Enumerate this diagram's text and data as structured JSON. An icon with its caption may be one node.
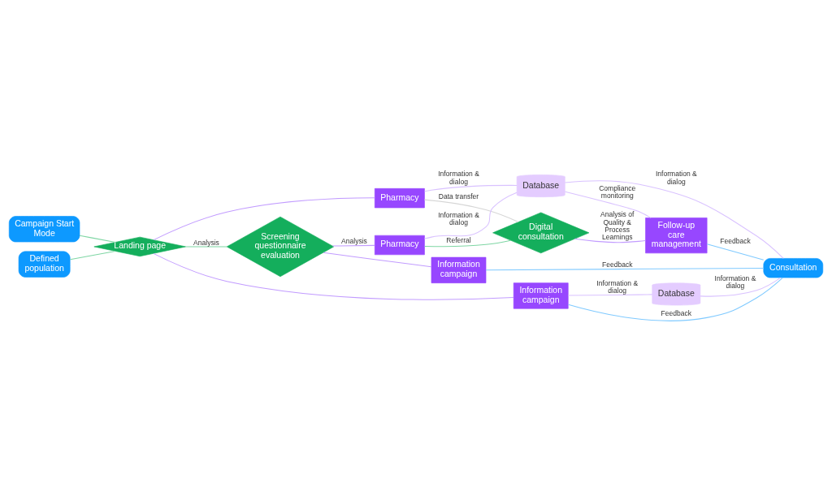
{
  "diagram": {
    "nodes": [
      {
        "text": [
          "Campaign Start Mode"
        ]
      },
      {
        "text": [
          "Defined population"
        ]
      },
      {
        "text": [
          "Landing page"
        ]
      },
      {
        "text": [
          "Screening questionnaire evaluation"
        ]
      },
      {
        "text": [
          "Pharmacy"
        ]
      },
      {
        "text": [
          "Database"
        ]
      },
      {
        "text": [
          "Pharmacy"
        ]
      },
      {
        "text": [
          "Digital consultation"
        ]
      },
      {
        "text": [
          "Information campaign"
        ]
      },
      {
        "text": [
          "Information campaign"
        ]
      },
      {
        "text": [
          "Follow-up care management"
        ]
      },
      {
        "text": [
          "Database"
        ]
      },
      {
        "text": [
          "Consultation"
        ]
      }
    ],
    "edges": [
      {
        "from": 0,
        "to": 2,
        "arrow": "none",
        "color": "#7fd6a4"
      },
      {
        "from": 1,
        "to": 2,
        "arrow": "none",
        "color": "#7fd6a4"
      },
      {
        "from": 2,
        "to": 3,
        "arrow": "none",
        "label": "Analysis",
        "color": "#7fd6a4"
      },
      {
        "from": 2,
        "to": 4,
        "arrow": "none",
        "color": "#c29cff"
      },
      {
        "from": 2,
        "to": 8,
        "arrow": "none",
        "color": "#c29cff"
      },
      {
        "from": 3,
        "to": 6,
        "arrow": "none",
        "label": "Analysis",
        "color": "#c29cff"
      },
      {
        "from": 3,
        "to": 9,
        "arrow": "none",
        "color": "#c29cff"
      },
      {
        "from": 4,
        "to": 5,
        "arrow": "none",
        "label": "Information & dialog"
      },
      {
        "from": 4,
        "to": 7,
        "arrow": "none",
        "label": "Data transfer",
        "color": "#d6d6d6"
      },
      {
        "from": 6,
        "to": 5,
        "arrow": "none",
        "label": "Information & dialog"
      },
      {
        "from": 6,
        "to": 7,
        "arrow": "none",
        "label": "Referral",
        "color": "#7fd6a4"
      },
      {
        "from": 7,
        "to": 10,
        "arrow": "none",
        "label": "Analysis of Quality & Process Learnings",
        "color": "#c29cff"
      },
      {
        "from": 5,
        "to": 10,
        "arrow": "none",
        "label": "Compliance monitoring"
      },
      {
        "from": 5,
        "to": 12,
        "arrow": "none",
        "label": "Information & dialog"
      },
      {
        "from": 8,
        "to": 11,
        "arrow": "none",
        "label": "Information & dialog"
      },
      {
        "from": 8,
        "to": 12,
        "arrow": "none",
        "label": "Feedback",
        "color": "#80caff"
      },
      {
        "from": 9,
        "to": 12,
        "arrow": "none",
        "label": "Feedback",
        "color": "#80caff"
      },
      {
        "from": 10,
        "to": 12,
        "arrow": "none",
        "label": "Feedback",
        "color": "#80caff"
      },
      {
        "from": 11,
        "to": 12,
        "arrow": "none",
        "label": "Information & dialog"
      }
    ]
  }
}
